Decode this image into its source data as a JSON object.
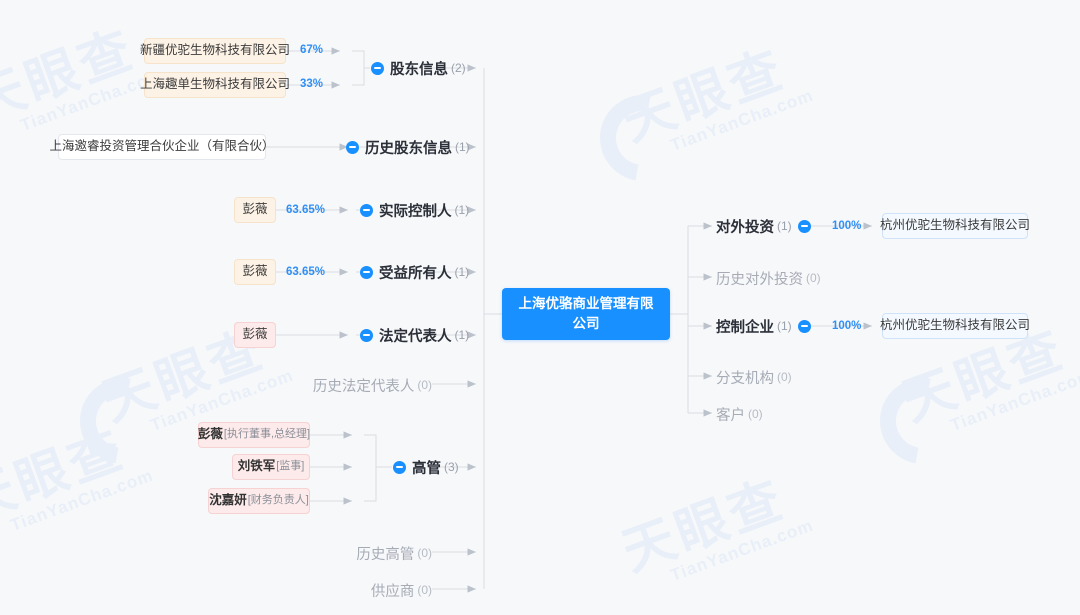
{
  "watermark": {
    "brand": "天眼查",
    "domain": "TianYanCha.com"
  },
  "center": {
    "name": "上海优骆商业管理有限公司"
  },
  "left_branches": [
    {
      "key": "shareholders",
      "label": "股东信息",
      "count": "(2)",
      "expanded": true,
      "children": [
        {
          "name": "新疆优驼生物科技有限公司",
          "pct": "67%",
          "style": "peach"
        },
        {
          "name": "上海趣单生物科技有限公司",
          "pct": "33%",
          "style": "peach"
        }
      ]
    },
    {
      "key": "historical-shareholders",
      "label": "历史股东信息",
      "count": "(1)",
      "expanded": true,
      "children": [
        {
          "name": "上海邀睿投资管理合伙企业（有限合伙）",
          "pct": "",
          "style": "white"
        }
      ]
    },
    {
      "key": "actual-controller",
      "label": "实际控制人",
      "count": "(1)",
      "expanded": true,
      "children": [
        {
          "name": "彭薇",
          "pct": "63.65%",
          "style": "peach"
        }
      ]
    },
    {
      "key": "beneficial-owner",
      "label": "受益所有人",
      "count": "(1)",
      "expanded": true,
      "children": [
        {
          "name": "彭薇",
          "pct": "63.65%",
          "style": "peach"
        }
      ]
    },
    {
      "key": "legal-representative",
      "label": "法定代表人",
      "count": "(1)",
      "expanded": true,
      "children": [
        {
          "name": "彭薇",
          "pct": "",
          "style": "pink"
        }
      ]
    },
    {
      "key": "historical-legal-representative",
      "label": "历史法定代表人",
      "count": "(0)",
      "expanded": false,
      "children": []
    },
    {
      "key": "executives",
      "label": "高管",
      "count": "(3)",
      "expanded": true,
      "children": [
        {
          "name": "彭薇",
          "role": "[执行董事,总经理]",
          "pct": "",
          "style": "pink"
        },
        {
          "name": "刘铁军",
          "role": "[监事]",
          "pct": "",
          "style": "pink"
        },
        {
          "name": "沈嘉妍",
          "role": "[财务负责人]",
          "pct": "",
          "style": "pink"
        }
      ]
    },
    {
      "key": "historical-executives",
      "label": "历史高管",
      "count": "(0)",
      "expanded": false,
      "children": []
    },
    {
      "key": "suppliers",
      "label": "供应商",
      "count": "(0)",
      "expanded": false,
      "children": []
    }
  ],
  "right_branches": [
    {
      "key": "outbound-investment",
      "label": "对外投资",
      "count": "(1)",
      "expanded": true,
      "children": [
        {
          "name": "杭州优驼生物科技有限公司",
          "pct": "100%",
          "style": "blue"
        }
      ]
    },
    {
      "key": "historical-outbound-investment",
      "label": "历史对外投资",
      "count": "(0)",
      "expanded": false,
      "children": []
    },
    {
      "key": "controlled-enterprises",
      "label": "控制企业",
      "count": "(1)",
      "expanded": true,
      "children": [
        {
          "name": "杭州优驼生物科技有限公司",
          "pct": "100%",
          "style": "blue"
        }
      ]
    },
    {
      "key": "branches",
      "label": "分支机构",
      "count": "(0)",
      "expanded": false,
      "children": []
    },
    {
      "key": "customers",
      "label": "客户",
      "count": "(0)",
      "expanded": false,
      "children": []
    }
  ],
  "colors": {
    "accent": "#1890ff",
    "pct": "#2f8ff5",
    "line": "#d5d9df",
    "background": "#f7f8fa"
  }
}
